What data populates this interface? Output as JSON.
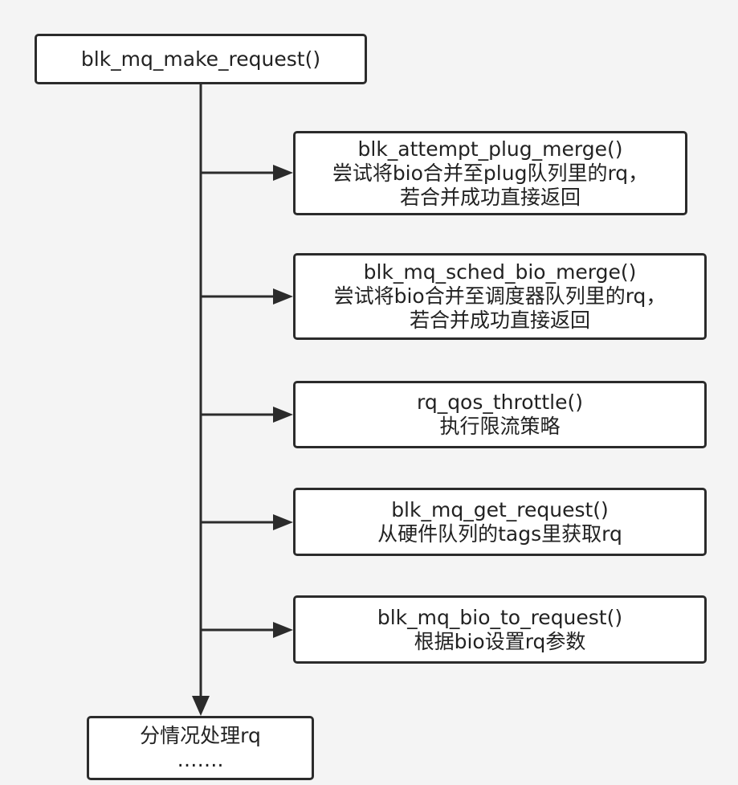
{
  "diagram": {
    "root": {
      "label": "blk_mq_make_request()"
    },
    "steps": [
      {
        "func": "blk_attempt_plug_merge()",
        "desc": [
          "尝试将bio合并至plug队列里的rq，",
          "若合并成功直接返回"
        ]
      },
      {
        "func": "blk_mq_sched_bio_merge()",
        "desc": [
          "尝试将bio合并至调度器队列里的rq，",
          "若合并成功直接返回"
        ]
      },
      {
        "func": "rq_qos_throttle()",
        "desc": [
          "执行限流策略"
        ]
      },
      {
        "func": "blk_mq_get_request()",
        "desc": [
          "从硬件队列的tags里获取rq"
        ]
      },
      {
        "func": "blk_mq_bio_to_request()",
        "desc": [
          "根据bio设置rq参数"
        ]
      }
    ],
    "final": {
      "line1": "分情况处理rq",
      "line2": "……."
    },
    "colors": {
      "stroke": "#2b2b2b",
      "box_fill": "#ffffff",
      "background": "#f4f4f4"
    }
  }
}
